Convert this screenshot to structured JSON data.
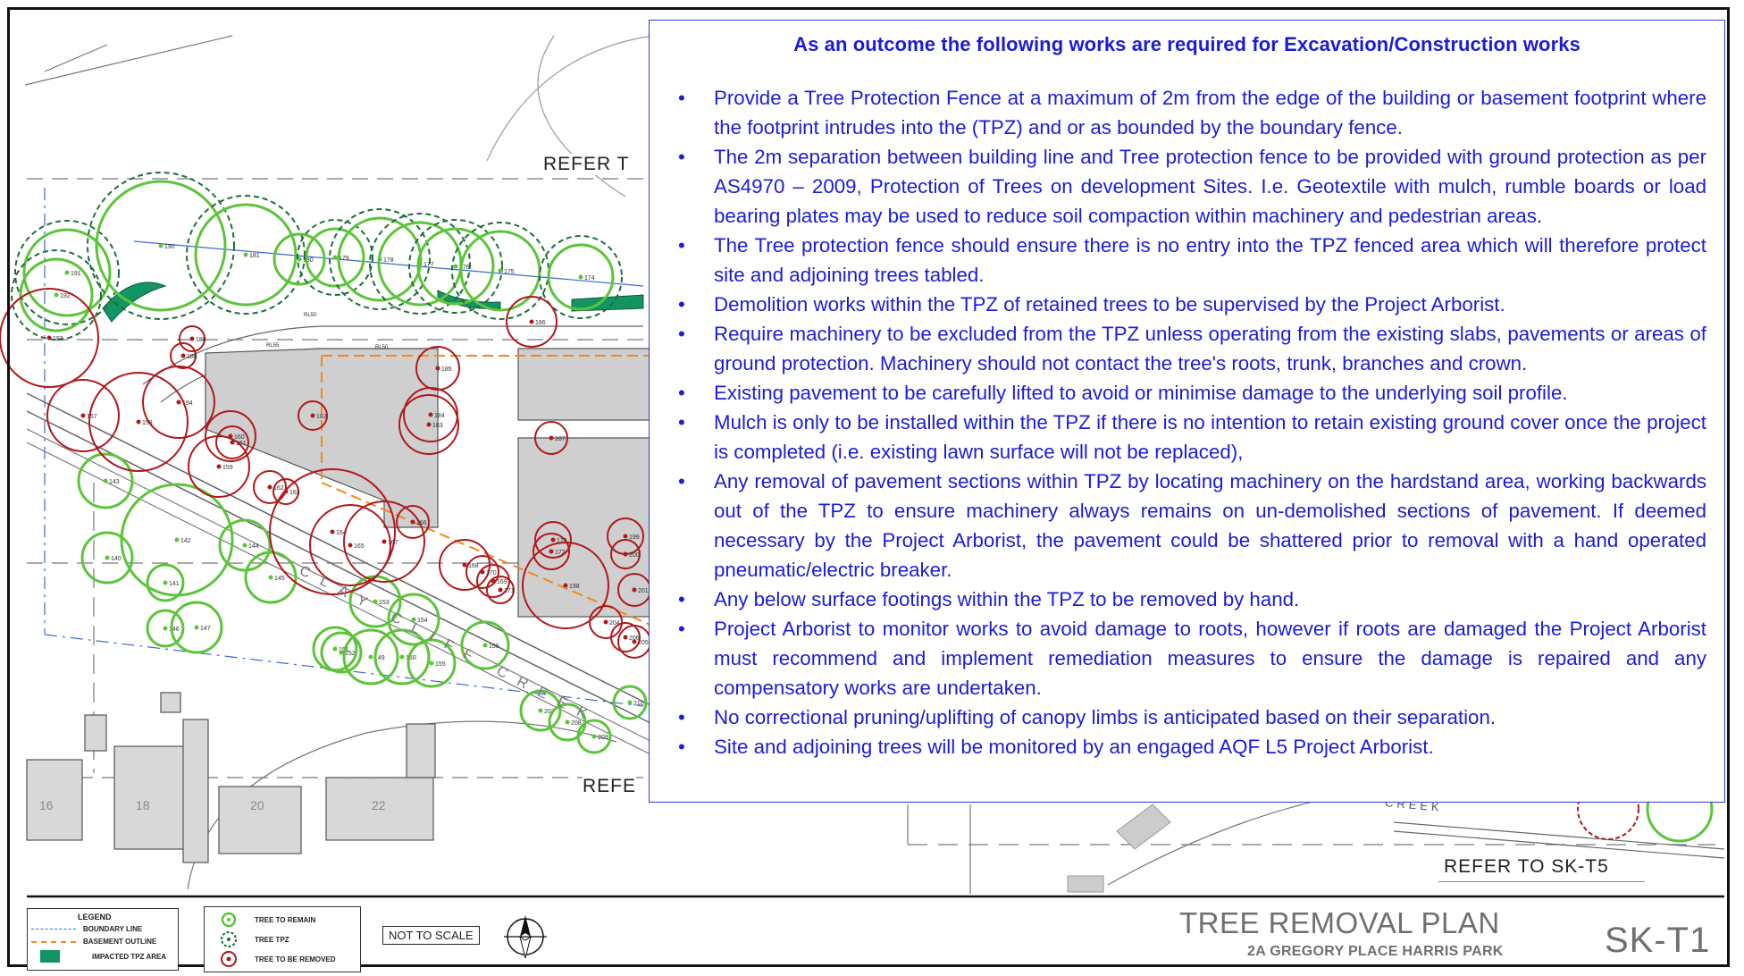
{
  "plan": {
    "refer_top": "REFER T",
    "refer_mid": "REFE",
    "refer_bottom": "REFER TO SK-T5",
    "creek_label": "CLAY CLIFF CREEK",
    "creek_label_right": "CREEK",
    "rl_labels": [
      "RL50",
      "RL55",
      "RL50"
    ],
    "lots": [
      "16",
      "18",
      "20",
      "22"
    ],
    "trees_remain": [
      {
        "id": "191"
      },
      {
        "id": "192"
      },
      {
        "id": "190"
      },
      {
        "id": "181"
      },
      {
        "id": "180"
      },
      {
        "id": "179"
      },
      {
        "id": "178"
      },
      {
        "id": "177"
      },
      {
        "id": "176"
      },
      {
        "id": "175"
      },
      {
        "id": "174"
      },
      {
        "id": "143"
      },
      {
        "id": "142"
      },
      {
        "id": "144"
      },
      {
        "id": "140"
      },
      {
        "id": "141"
      },
      {
        "id": "145"
      },
      {
        "id": "153"
      },
      {
        "id": "154"
      },
      {
        "id": "146"
      },
      {
        "id": "147"
      },
      {
        "id": "151"
      },
      {
        "id": "152"
      },
      {
        "id": "149"
      },
      {
        "id": "150"
      },
      {
        "id": "156"
      },
      {
        "id": "155"
      },
      {
        "id": "207"
      },
      {
        "id": "208"
      },
      {
        "id": "209"
      },
      {
        "id": "210"
      }
    ],
    "trees_removed": [
      {
        "id": "193"
      },
      {
        "id": "189"
      },
      {
        "id": "188"
      },
      {
        "id": "194"
      },
      {
        "id": "157"
      },
      {
        "id": "158"
      },
      {
        "id": "160"
      },
      {
        "id": "161"
      },
      {
        "id": "159"
      },
      {
        "id": "162"
      },
      {
        "id": "163"
      },
      {
        "id": "182"
      },
      {
        "id": "185"
      },
      {
        "id": "184"
      },
      {
        "id": "183"
      },
      {
        "id": "186"
      },
      {
        "id": "187"
      },
      {
        "id": "164"
      },
      {
        "id": "165"
      },
      {
        "id": "167"
      },
      {
        "id": "166"
      },
      {
        "id": "168"
      },
      {
        "id": "169"
      },
      {
        "id": "170"
      },
      {
        "id": "171"
      },
      {
        "id": "172"
      },
      {
        "id": "173"
      },
      {
        "id": "199"
      },
      {
        "id": "200"
      },
      {
        "id": "198"
      },
      {
        "id": "205"
      },
      {
        "id": "204"
      },
      {
        "id": "206"
      },
      {
        "id": "201"
      }
    ]
  },
  "notes": {
    "heading": "As an outcome the following works are required for Excavation/Construction works",
    "items": [
      "Provide a Tree Protection Fence at a maximum of 2m from the edge of the building or basement footprint where the footprint intrudes into the (TPZ) and or as bounded by the boundary fence.",
      "The 2m separation between building line and Tree protection fence to be provided with ground protection as per AS4970 – 2009, Protection of Trees on development Sites. I.e. Geotextile with mulch, rumble boards or load bearing plates may be used to reduce soil compaction within machinery and pedestrian areas.",
      "The Tree protection fence should ensure there is no entry into the TPZ fenced area which will therefore protect site and adjoining trees tabled.",
      "Demolition works within the TPZ of retained trees to be supervised by the Project Arborist.",
      "Require machinery to be excluded from the TPZ unless operating from the existing slabs, pavements or areas of ground protection. Machinery should not contact the tree's roots, trunk, branches and crown.",
      "Existing pavement to be carefully lifted to avoid or minimise damage to the underlying soil profile.",
      "Mulch is only to be installed within the TPZ if there is no intention to retain existing ground cover once the project is completed (i.e. existing lawn surface will not be replaced),",
      "Any removal of pavement sections within TPZ by locating machinery on the hardstand area, working backwards out of the TPZ to ensure machinery always remains on un-demolished sections of pavement. If deemed necessary by the Project Arborist, the pavement could be shattered prior to removal with a hand operated pneumatic/electric breaker.",
      "Any below surface footings within the TPZ to be removed by hand.",
      "Project Arborist to monitor works to avoid damage to roots, however if roots are damaged the Project Arborist must recommend and implement remediation measures to ensure the damage is repaired and any compensatory works are undertaken.",
      "No correctional pruning/uplifting of canopy limbs is anticipated based on their separation.",
      "Site and adjoining trees will be monitored by an engaged AQF L5 Project Arborist."
    ]
  },
  "legend": {
    "title": "LEGEND",
    "boundary": "BOUNDARY LINE",
    "basement": "BASEMENT OUTLINE",
    "impacted": "IMPACTED TPZ AREA",
    "remain": "TREE TO REMAIN",
    "tpz": "TREE TPZ",
    "removed": "TREE TO BE REMOVED"
  },
  "scale_note": "NOT TO SCALE",
  "title_block": {
    "title": "TREE REMOVAL PLAN",
    "subtitle": "2A GREGORY PLACE HARRIS PARK",
    "sheet": "SK-T1"
  },
  "colors": {
    "notes_text": "#1c1cd6",
    "notes_border": "#2a3bd8",
    "tree_remain": "#5cc43a",
    "tree_tpz": "#1f6e3a",
    "tree_removed": "#b0181c",
    "basement": "#f08a1c",
    "boundary": "#3a6ad8",
    "building": "#cfcfcf",
    "impacted": "#139463"
  }
}
